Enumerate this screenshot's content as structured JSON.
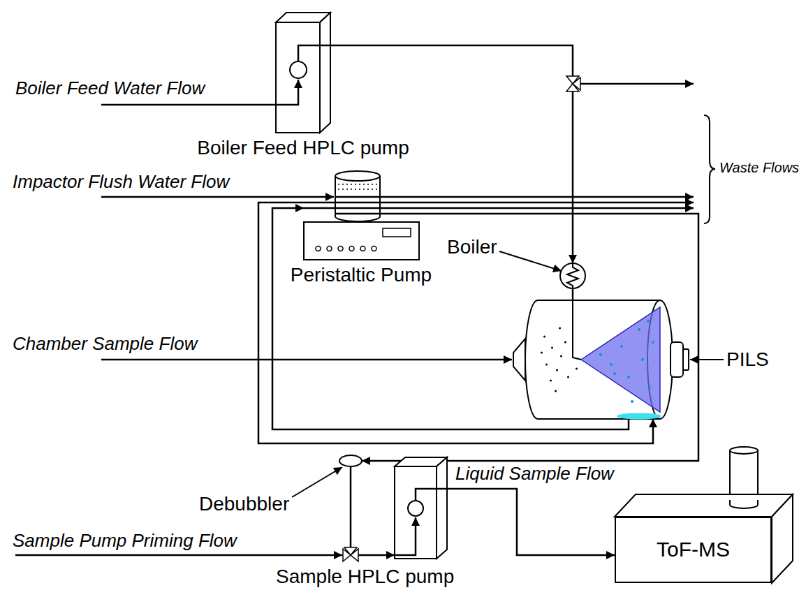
{
  "diagram": {
    "nodes": [
      {
        "text": [
          "Boiler Feed HPLC pump"
        ]
      },
      {
        "text": [
          "Peristaltic Pump"
        ]
      },
      {
        "text": [
          "Boiler"
        ]
      },
      {
        "text": [
          "PILS"
        ]
      },
      {
        "text": [
          "Debubbler"
        ]
      },
      {
        "text": [
          "Sample HPLC pump"
        ]
      },
      {
        "text": [
          "ToF-MS"
        ]
      }
    ],
    "edges": [
      {
        "from": 0,
        "to": 2,
        "arrow": "to"
      },
      {
        "from": 2,
        "to": 3,
        "arrow": "none"
      },
      {
        "from": 1,
        "to": 3,
        "arrow": "to"
      },
      {
        "from": 3,
        "to": 1,
        "arrow": "to"
      },
      {
        "from": 1,
        "to": 4,
        "arrow": "to"
      },
      {
        "from": 4,
        "to": 5,
        "arrow": "to"
      },
      {
        "from": 5,
        "to": 6,
        "label": "Liquid Sample Flow",
        "arrow": "to"
      }
    ],
    "labels": [
      "Boiler Feed Water Flow",
      "Waste Flows",
      "Impactor Flush Water Flow",
      "Chamber Sample Flow",
      "Sample Pump Priming Flow"
    ]
  }
}
